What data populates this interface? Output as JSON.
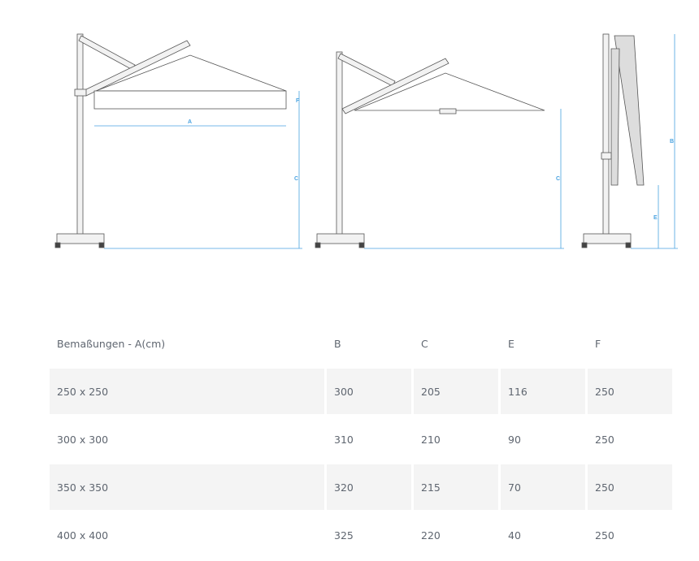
{
  "diagram": {
    "labels": {
      "a": "A",
      "b": "B",
      "c": "C",
      "e": "E",
      "f": "F"
    }
  },
  "table": {
    "headers": [
      "Bemaßungen - A(cm)",
      "B",
      "C",
      "E",
      "F"
    ],
    "rows": [
      [
        "250 x 250",
        "300",
        "205",
        "116",
        "250"
      ],
      [
        "300 x 300",
        "310",
        "210",
        "90",
        "250"
      ],
      [
        "350 x 350",
        "320",
        "215",
        "70",
        "250"
      ],
      [
        "400 x 400",
        "325",
        "220",
        "40",
        "250"
      ]
    ]
  }
}
